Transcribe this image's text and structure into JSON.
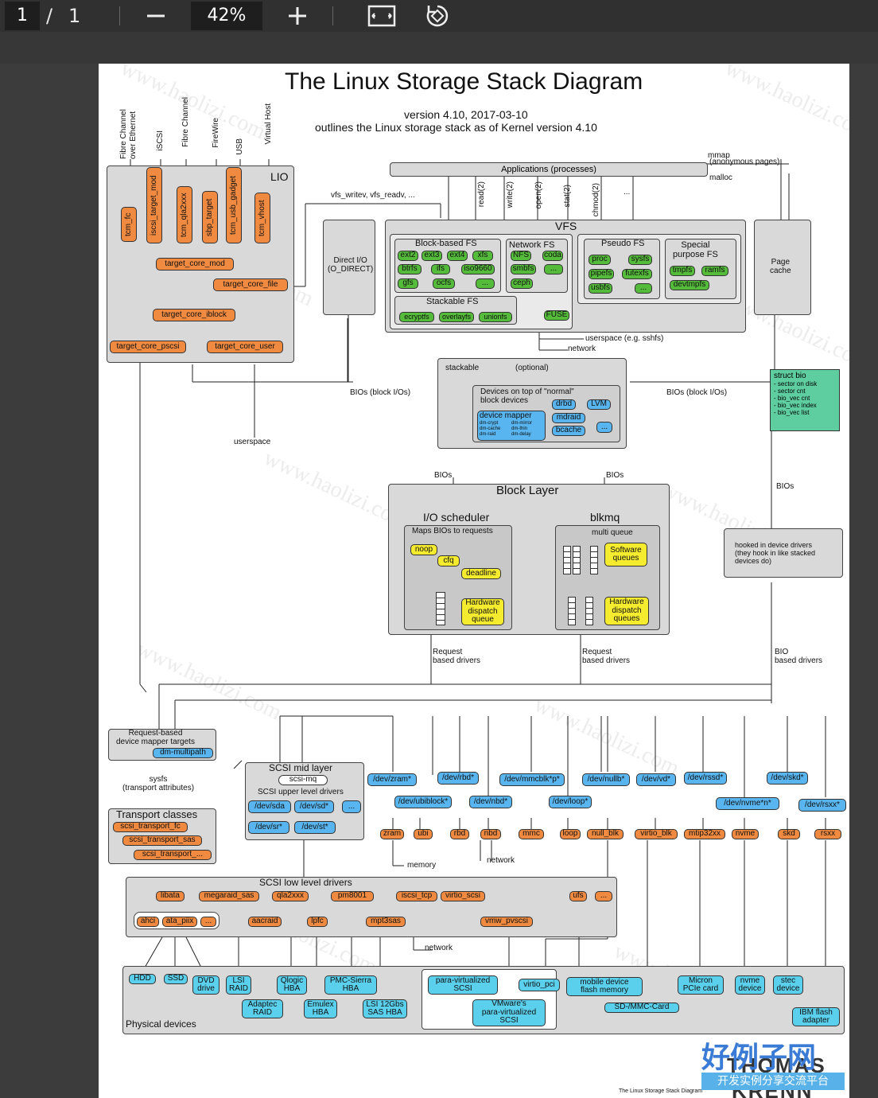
{
  "toolbar": {
    "current_page": "1",
    "page_sep": "/",
    "total_pages": "1",
    "zoom": "42%",
    "icons": [
      "minus-icon",
      "plus-icon",
      "fit-page-icon",
      "rotate-icon"
    ]
  },
  "diagram": {
    "title": "The Linux Storage Stack Diagram",
    "version": "version 4.10, 2017-03-10",
    "subtitle": "outlines the Linux storage stack as of Kernel version 4.10",
    "lio": {
      "label": "LIO",
      "inputs": [
        "Fibre Channel over Ethernet",
        "iSCSI",
        "Fibre Channel",
        "FireWire",
        "USB",
        "Virtual Host"
      ],
      "modules": [
        "tcm_fc",
        "iscsi_target_mod",
        "tcm_qla2xxx",
        "sbp_target",
        "tcm_usb_gadget",
        "tcm_vhost"
      ],
      "core": "target_core_mod",
      "file": "target_core_file",
      "iblock": "target_core_iblock",
      "pscsi": "target_core_pscsi",
      "user": "target_core_user"
    },
    "apps": "Applications (processes)",
    "mmap": "mmap",
    "anon": "(anonymous pages)",
    "malloc": "malloc",
    "vfs_calls": "vfs_writev, vfs_readv, ...",
    "syscalls": [
      "read(2)",
      "write(2)",
      "open(2)",
      "stat(2)",
      "chmod(2)",
      "..."
    ],
    "vfs": "VFS",
    "direct_io": "Direct I/O\n(O_DIRECT)",
    "page_cache": "Page\ncache",
    "block_fs": {
      "label": "Block-based FS",
      "items": [
        "ext2",
        "ext3",
        "ext4",
        "xfs",
        "btrfs",
        "ifs",
        "iso9660",
        "gfs",
        "ocfs",
        "..."
      ]
    },
    "network_fs": {
      "label": "Network FS",
      "items": [
        "NFS",
        "coda",
        "smbfs",
        "...",
        "ceph"
      ]
    },
    "pseudo_fs": {
      "label": "Pseudo FS",
      "items": [
        "proc",
        "sysfs",
        "pipefs",
        "futexfs",
        "usbfs",
        "..."
      ]
    },
    "special_fs": {
      "label": "Special\npurpose FS",
      "items": [
        "tmpfs",
        "ramfs",
        "devtmpfs"
      ]
    },
    "stackable_fs": {
      "label": "Stackable FS",
      "items": [
        "ecryptfs",
        "overlayfs",
        "unionfs"
      ]
    },
    "fuse": "FUSE",
    "userspace_sshfs": "userspace (e.g. sshfs)",
    "network": "network",
    "bios_block": "BIOs (block I/Os)",
    "userspace": "userspace",
    "stackable": "stackable",
    "optional": "(optional)",
    "devices_on_top": "Devices on top of \"normal\"\nblock devices",
    "dev_top_items": [
      "drbd",
      "LVM",
      "mdraid",
      "bcache",
      "..."
    ],
    "device_mapper": "device mapper",
    "dm_targets": [
      "dm-crypt",
      "dm-mirror",
      "dm-cache",
      "dm-thin",
      "dm-raid",
      "dm-delay"
    ],
    "struct_bio": {
      "title": "struct bio",
      "items": [
        "- sector on disk",
        "- sector cnt",
        "- bio_vec cnt",
        "- bio_vec index",
        "- bio_vec list"
      ]
    },
    "bios": "BIOs",
    "block_layer": "Block Layer",
    "io_scheduler": "I/O scheduler",
    "maps_bios": "Maps BIOs to requests",
    "schedulers": [
      "noop",
      "cfq",
      "deadline"
    ],
    "hw_dispatch_queue": "Hardware\ndispatch\nqueue",
    "blkmq": "blkmq",
    "multi_queue": "multi queue",
    "software_queues": "Software\nqueues",
    "hw_dispatch_queues": "Hardware\ndispatch\nqueues",
    "hooked": "hooked in device drivers\n(they hook in like stacked\ndevices do)",
    "request_drivers": "Request\nbased drivers",
    "bio_drivers": "BIO\nbased drivers",
    "dm_targets_box": "Request-based\ndevice mapper targets",
    "dm_multipath": "dm-multipath",
    "sysfs": "sysfs\n(transport attributes)",
    "scsi_mid": "SCSI mid layer",
    "scsi_mq": "scsi-mq",
    "scsi_upper": "SCSI upper level drivers",
    "scsi_upper_items": [
      "/dev/sda",
      "/dev/sd*",
      "...",
      "/dev/sr*",
      "/dev/st*"
    ],
    "transport": {
      "label": "Transport classes",
      "items": [
        "scsi_transport_fc",
        "scsi_transport_sas",
        "scsi_transport_..."
      ]
    },
    "dev_nodes": [
      "/dev/zram*",
      "/dev/rbd*",
      "/dev/mmcblk*p*",
      "/dev/nullb*",
      "/dev/vd*",
      "/dev/rssd*",
      "/dev/skd*",
      "/dev/ubiblock*",
      "/dev/nbd*",
      "/dev/loop*",
      "/dev/nvme*n*",
      "/dev/rsxx*"
    ],
    "drivers": [
      "zram",
      "ubi",
      "rbd",
      "nbd",
      "mmc",
      "loop",
      "null_blk",
      "virtio_blk",
      "mtip32xx",
      "nvme",
      "skd",
      "rsxx"
    ],
    "memory": "memory",
    "scsi_low": "SCSI low level drivers",
    "lld": [
      "libata",
      "megaraid_sas",
      "qla2xxx",
      "pm8001",
      "iscsi_tcp",
      "virtio_scsi",
      "ufs",
      "...",
      "ahci",
      "ata_piix",
      "...",
      "aacraid",
      "lpfc",
      "mpt3sas",
      "vmw_pvscsi"
    ],
    "physical": "Physical devices",
    "phys_items": [
      "HDD",
      "SSD",
      "DVD\ndrive",
      "LSI\nRAID",
      "Qlogic\nHBA",
      "PMC-Sierra\nHBA",
      "Adaptec\nRAID",
      "Emulex\nHBA",
      "LSI 12Gbs\nSAS HBA",
      "para-virtualized\nSCSI",
      "virtio_pci",
      "VMware's\npara-virtualized\nSCSI",
      "mobile device\nflash memory",
      "SD-/MMC-Card",
      "Micron\nPCIe card",
      "nvme\ndevice",
      "stec\ndevice",
      "IBM flash\nadapter"
    ],
    "watermark": "www.haolizi.com",
    "footer_title": "The Linux Storage Stack Diagram",
    "logo": "好例子网",
    "logo_sub": "开发实例分享交流平台",
    "thomas": "THOMAS",
    "krenn": "KRENN"
  },
  "colors": {
    "orange": "#f08a40",
    "green": "#55bb3a",
    "blue": "#58b5ef",
    "cyan": "#5ad0ec",
    "yellow": "#f5ec30",
    "gray": "#d9d9d9"
  }
}
